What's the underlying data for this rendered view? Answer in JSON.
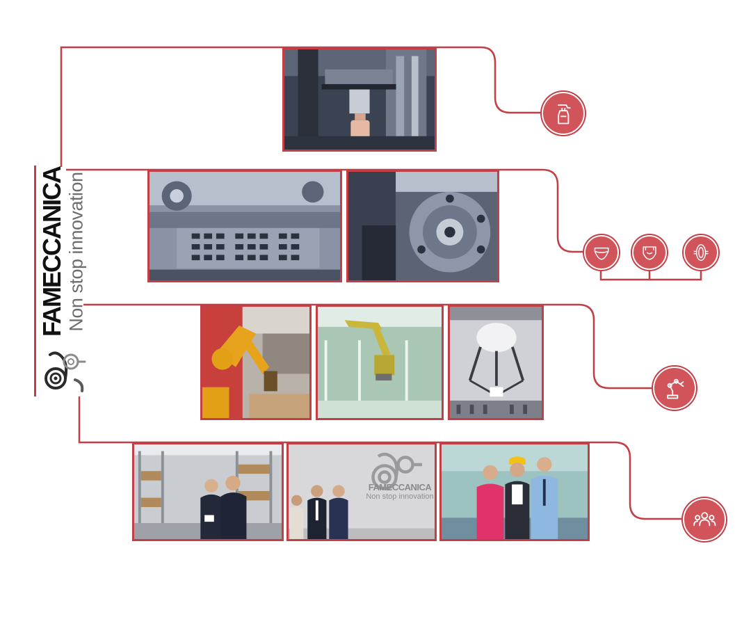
{
  "brand": {
    "name": "FAMECCANICA",
    "tagline": "Non stop innovation"
  },
  "colors": {
    "accent": "#c43e46",
    "icon_fill": "#d2545b"
  },
  "rows": [
    {
      "category": "personal-care",
      "icons": [
        "spray-bottle-icon"
      ],
      "photos": [
        "capping-station-closeup"
      ]
    },
    {
      "category": "hygiene-products",
      "icons": [
        "baby-diaper-icon",
        "adult-brief-icon",
        "sanitary-pad-icon"
      ],
      "photos": [
        "converting-machine-line",
        "rotary-drum-mechanism"
      ]
    },
    {
      "category": "automation",
      "icons": [
        "robotic-arm-icon"
      ],
      "photos": [
        "yellow-robot-arm",
        "robot-in-cell",
        "delta-robot-picker"
      ]
    },
    {
      "category": "people",
      "icons": [
        "team-group-icon"
      ],
      "photos": [
        "warehouse-team",
        "office-team",
        "factory-workers-thumbs-up"
      ]
    }
  ]
}
